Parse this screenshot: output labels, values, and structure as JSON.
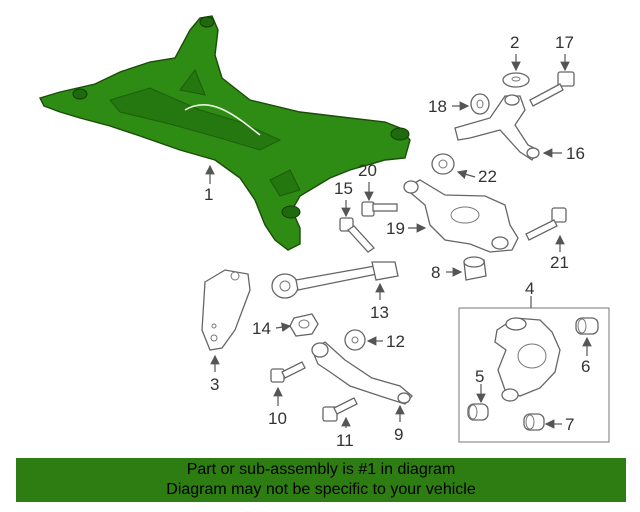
{
  "banner": {
    "line1": "Part or sub-assembly is #1 in diagram",
    "line2": "Diagram may not be specific to your vehicle"
  },
  "highlight_color": "#2e7d12",
  "callouts": {
    "c1": "1",
    "c2": "2",
    "c3": "3",
    "c4": "4",
    "c5": "5",
    "c6": "6",
    "c7": "7",
    "c8": "8",
    "c9": "9",
    "c10": "10",
    "c11": "11",
    "c12": "12",
    "c13": "13",
    "c14": "14",
    "c15": "15",
    "c16": "16",
    "c17": "17",
    "c18": "18",
    "c19": "19",
    "c20": "20",
    "c21": "21",
    "c22": "22"
  }
}
